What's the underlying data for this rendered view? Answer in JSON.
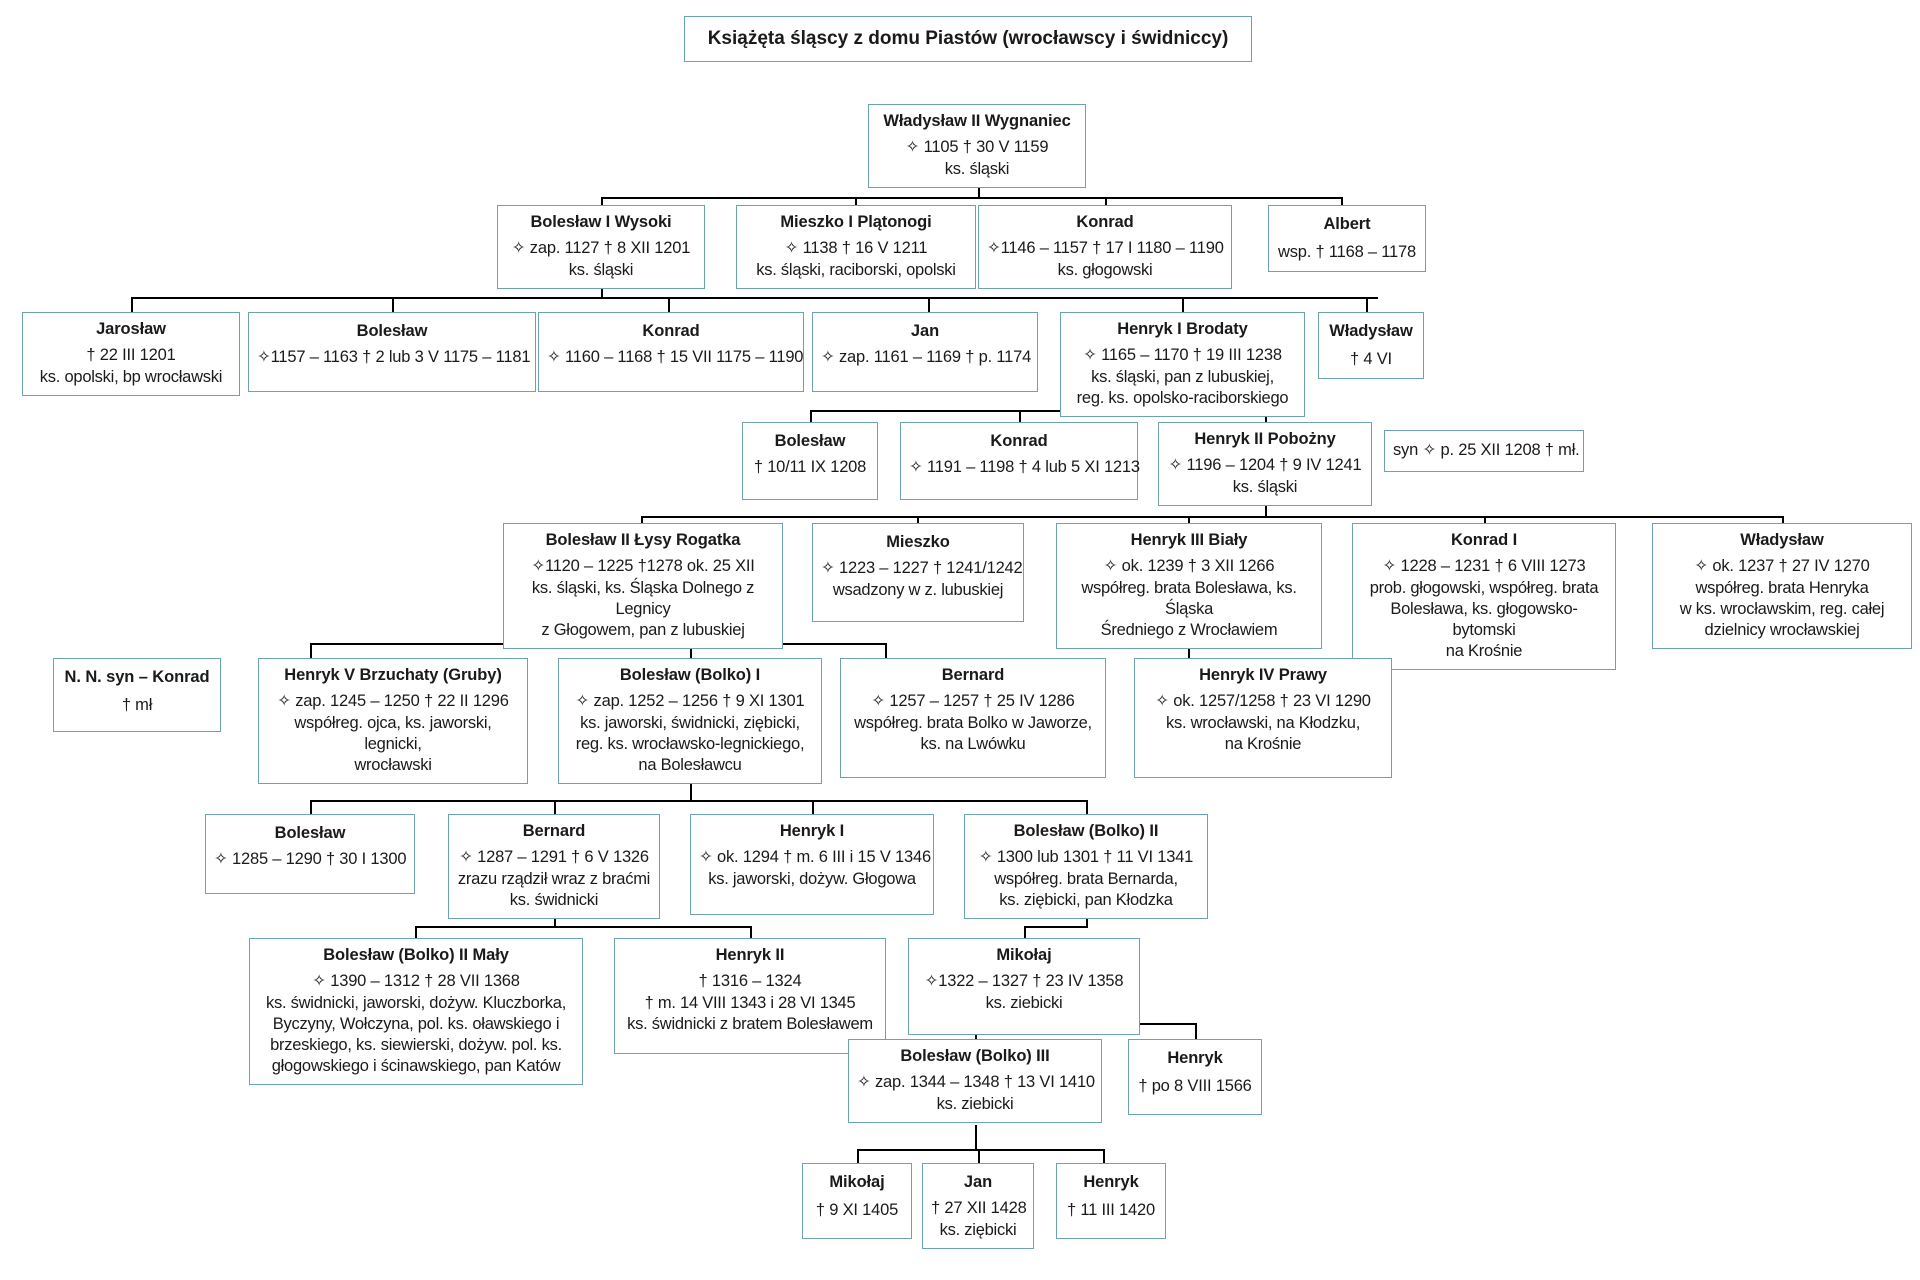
{
  "title": "Książęta śląscy z domu Piastów (wrocławscy i świdniccy)",
  "colors": {
    "node_border": "#6ba3b5",
    "connector": "#000000",
    "background": "#ffffff",
    "text": "#1a1a1a"
  },
  "symbols": {
    "birth": "✧",
    "death": "†"
  },
  "nodes": [
    {
      "id": "wladyslaw2",
      "name": "Władysław II Wygnaniec",
      "dates": "✧ 1105     † 30 V 1159",
      "titles": [
        "ks. śląski"
      ]
    },
    {
      "id": "boleslaw1wysoki",
      "name": "Bolesław I Wysoki",
      "dates": "✧ zap. 1127    † 8 XII 1201",
      "titles": [
        "ks. śląski"
      ]
    },
    {
      "id": "mieszko1platonogi",
      "name": "Mieszko I Plątonogi",
      "dates": "✧ 1138  † 16 V 1211",
      "titles": [
        "ks. śląski, raciborski, opolski"
      ]
    },
    {
      "id": "konrad_glogowski",
      "name": "Konrad",
      "dates": "✧1146 – 1157  † 17 I 1180 – 1190",
      "titles": [
        "ks. głogowski"
      ]
    },
    {
      "id": "albert",
      "name": "Albert",
      "dates": "wsp. † 1168 – 1178",
      "titles": []
    },
    {
      "id": "jaroslaw",
      "name": "Jarosław",
      "dates": "† 22 III 1201",
      "titles": [
        "ks. opolski, bp wrocławski"
      ]
    },
    {
      "id": "boleslaw_1157",
      "name": "Bolesław",
      "dates": "✧1157 – 1163 † 2 lub 3 V 1175 – 1181",
      "titles": []
    },
    {
      "id": "konrad_1160",
      "name": "Konrad",
      "dates": "✧ 1160 – 1168 † 15 VII 1175 – 1190",
      "titles": []
    },
    {
      "id": "jan",
      "name": "Jan",
      "dates": "✧ zap. 1161 – 1169 † p. 1174",
      "titles": []
    },
    {
      "id": "henryk1brodaty",
      "name": "Henryk I Brodaty",
      "dates": "✧ 1165 – 1170 † 19 III 1238",
      "titles": [
        "ks. śląski, pan z lubuskiej,",
        "reg. ks. opolsko-raciborskiego"
      ]
    },
    {
      "id": "wladyslaw_4vi",
      "name": "Władysław",
      "dates": "† 4 VI",
      "titles": []
    },
    {
      "id": "boleslaw_1208",
      "name": "Bolesław",
      "dates": "† 10/11 IX 1208",
      "titles": []
    },
    {
      "id": "konrad_1191",
      "name": "Konrad",
      "dates": "✧ 1191 – 1198 † 4 lub 5 XI 1213",
      "titles": []
    },
    {
      "id": "henryk2poboznym",
      "name": "Henryk II Pobożny",
      "dates": "✧ 1196 – 1204 † 9 IV 1241",
      "titles": [
        "ks. śląski"
      ]
    },
    {
      "id": "syn_note",
      "name": "",
      "dates": "syn ✧ p. 25 XII 1208 † mł.",
      "titles": []
    },
    {
      "id": "boleslaw2rogatka",
      "name": "Bolesław II Łysy Rogatka",
      "dates": "✧1120 – 1225  †1278 ok. 25 XII",
      "titles": [
        "ks. śląski, ks. Śląska Dolnego z Legnicy",
        "z Głogowem, pan z lubuskiej"
      ]
    },
    {
      "id": "mieszko_1223",
      "name": "Mieszko",
      "dates": "✧ 1223 – 1227 † 1241/1242",
      "titles": [
        "wsadzony w z. lubuskiej"
      ]
    },
    {
      "id": "henryk3bialy",
      "name": "Henryk III Biały",
      "dates": "✧ ok. 1239 † 3 XII 1266",
      "titles": [
        "współreg. brata Bolesława, ks. Śląska",
        "Średniego z Wrocławiem"
      ]
    },
    {
      "id": "konrad1",
      "name": "Konrad I",
      "dates": "✧ 1228 – 1231 † 6 VIII 1273",
      "titles": [
        "prob. głogowski, współreg. brata",
        "Bolesława, ks. głogowsko-bytomski",
        "na Krośnie"
      ]
    },
    {
      "id": "wladyslaw_1237",
      "name": "Władysław",
      "dates": "✧ ok. 1237 † 27 IV 1270",
      "titles": [
        "współreg. brata Henryka",
        "w ks. wrocławskim, reg. całej",
        "dzielnicy wrocławskiej"
      ]
    },
    {
      "id": "nn_syn_konrad",
      "name": "N. N. syn – Konrad",
      "dates": "† mł",
      "titles": []
    },
    {
      "id": "henryk5brzuchaty",
      "name": "Henryk V Brzuchaty (Gruby)",
      "dates": "✧ zap. 1245 – 1250 † 22 II 1296",
      "titles": [
        "współreg. ojca, ks. jaworski, legnicki,",
        "wrocławski"
      ]
    },
    {
      "id": "boleslaw_bolko1",
      "name": "Bolesław (Bolko) I",
      "dates": "✧ zap. 1252 – 1256 † 9 XI 1301",
      "titles": [
        "ks. jaworski, świdnicki, ziębicki,",
        "reg. ks. wrocławsko-legnickiego,",
        "na Bolesławcu"
      ]
    },
    {
      "id": "bernard_1257",
      "name": "Bernard",
      "dates": "✧ 1257 – 1257 † 25 IV 1286",
      "titles": [
        "współreg. brata Bolko w Jaworze,",
        "ks. na Lwówku"
      ]
    },
    {
      "id": "henryk4prawy",
      "name": "Henryk IV Prawy",
      "dates": "✧ ok. 1257/1258 † 23 VI 1290",
      "titles": [
        "ks. wrocławski, na Kłodzku,",
        "na Krośnie"
      ]
    },
    {
      "id": "boleslaw_1285",
      "name": "Bolesław",
      "dates": "✧ 1285 – 1290  † 30 I 1300",
      "titles": []
    },
    {
      "id": "bernard_1287",
      "name": "Bernard",
      "dates": "✧ 1287 – 1291 † 6 V 1326",
      "titles": [
        "zrazu rządził wraz z braćmi",
        "ks. świdnicki"
      ]
    },
    {
      "id": "henryk1_jaworski",
      "name": "Henryk I",
      "dates": "✧ ok. 1294  † m. 6 III i 15 V 1346",
      "titles": [
        "ks. jaworski, dożyw. Głogowa"
      ]
    },
    {
      "id": "boleslaw_bolko2",
      "name": "Bolesław (Bolko) II",
      "dates": "✧ 1300 lub 1301  † 11 VI 1341",
      "titles": [
        "współreg. brata Bernarda,",
        "ks. ziębicki, pan Kłodzka"
      ]
    },
    {
      "id": "boleslaw_bolko2_maly",
      "name": "Bolesław (Bolko) II Mały",
      "dates": "✧ 1390 – 1312 † 28 VII 1368",
      "titles": [
        "ks. świdnicki, jaworski, dożyw. Kluczborka,",
        "Byczyny, Wołczyna, pol. ks. oławskiego i",
        "brzeskiego, ks. siewierski, dożyw. pol. ks.",
        "głogowskiego i ścinawskiego, pan Katów"
      ]
    },
    {
      "id": "henryk2_swidnicki",
      "name": "Henryk II",
      "dates": "† 1316 – 1324",
      "titles": [
        "† m. 14 VIII 1343 i 28 VI 1345",
        "ks. świdnicki z bratem Bolesławem"
      ]
    },
    {
      "id": "mikolaj_1322",
      "name": "Mikołaj",
      "dates": "✧1322 – 1327  † 23 IV 1358",
      "titles": [
        "ks. ziebicki"
      ]
    },
    {
      "id": "boleslaw_bolko3",
      "name": "Bolesław (Bolko) III",
      "dates": "✧  zap. 1344 – 1348  † 13 VI 1410",
      "titles": [
        "ks. ziebicki"
      ]
    },
    {
      "id": "henryk_1566",
      "name": "Henryk",
      "dates": "† po 8 VIII 1566",
      "titles": []
    },
    {
      "id": "mikolaj_1405",
      "name": "Mikołaj",
      "dates": "† 9 XI 1405",
      "titles": []
    },
    {
      "id": "jan_1428",
      "name": "Jan",
      "dates": "† 27 XII 1428",
      "titles": [
        "ks. ziębicki"
      ]
    },
    {
      "id": "henryk_1420",
      "name": "Henryk",
      "dates": "† 11 III 1420",
      "titles": []
    }
  ]
}
